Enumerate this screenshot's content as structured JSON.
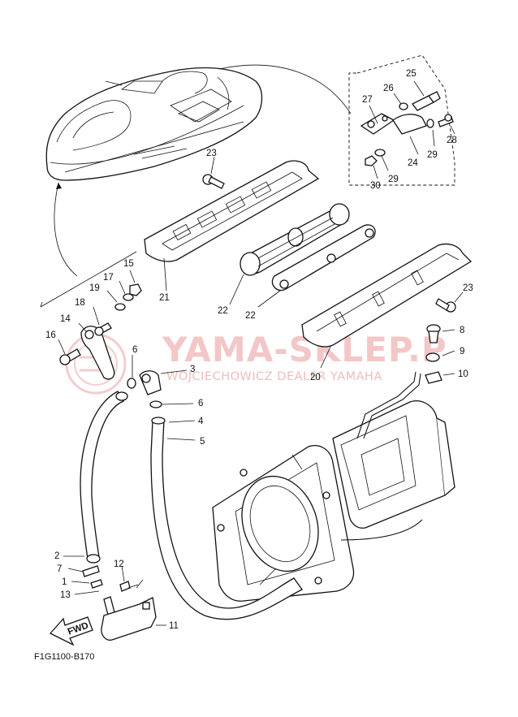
{
  "diagram": {
    "code": "F1G1100-B170",
    "fwd_label": "FWD",
    "watermark": {
      "title": "YAMA-SKLEP.P",
      "subtitle": "WOJCIECHOWICZ DEALER YAMAHA"
    },
    "callouts": [
      {
        "id": "c1",
        "text": "1"
      },
      {
        "id": "c2",
        "text": "2"
      },
      {
        "id": "c3",
        "text": "3"
      },
      {
        "id": "c4",
        "text": "4"
      },
      {
        "id": "c5",
        "text": "5"
      },
      {
        "id": "c6a",
        "text": "6"
      },
      {
        "id": "c6b",
        "text": "6"
      },
      {
        "id": "c7",
        "text": "7"
      },
      {
        "id": "c8",
        "text": "8"
      },
      {
        "id": "c9",
        "text": "9"
      },
      {
        "id": "c10",
        "text": "10"
      },
      {
        "id": "c11",
        "text": "11"
      },
      {
        "id": "c12",
        "text": "12"
      },
      {
        "id": "c13",
        "text": "13"
      },
      {
        "id": "c14",
        "text": "14"
      },
      {
        "id": "c15",
        "text": "15"
      },
      {
        "id": "c16",
        "text": "16"
      },
      {
        "id": "c17",
        "text": "17"
      },
      {
        "id": "c18",
        "text": "18"
      },
      {
        "id": "c19",
        "text": "19"
      },
      {
        "id": "c20",
        "text": "20"
      },
      {
        "id": "c21",
        "text": "21"
      },
      {
        "id": "c22a",
        "text": "22"
      },
      {
        "id": "c22b",
        "text": "22"
      },
      {
        "id": "c23a",
        "text": "23"
      },
      {
        "id": "c23b",
        "text": "23"
      },
      {
        "id": "c24",
        "text": "24"
      },
      {
        "id": "c25",
        "text": "25"
      },
      {
        "id": "c26",
        "text": "26"
      },
      {
        "id": "c27",
        "text": "27"
      },
      {
        "id": "c28",
        "text": "28"
      },
      {
        "id": "c29a",
        "text": "29"
      },
      {
        "id": "c29b",
        "text": "29"
      },
      {
        "id": "c30",
        "text": "30"
      }
    ]
  }
}
